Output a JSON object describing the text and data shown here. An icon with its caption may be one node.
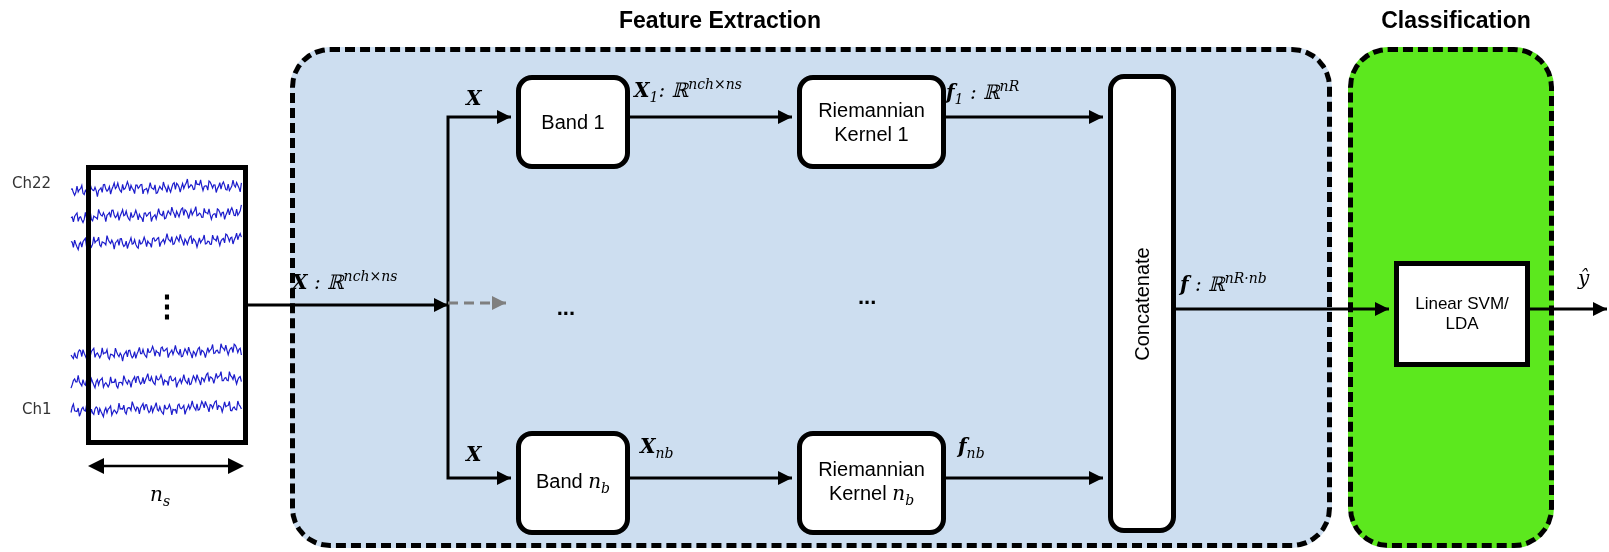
{
  "diagram": {
    "nodes": [
      {
        "text": [
          "Feature Extraction"
        ]
      },
      {
        "text": [
          "Classification"
        ]
      },
      {
        "text": [
          "⋮"
        ]
      },
      {
        "text": [
          "Band 1"
        ],
        "in": 0
      },
      {
        "text": [
          "Band *n*$_{b}$"
        ],
        "in": 0
      },
      {
        "text": [
          "Riemannian Kernel 1"
        ],
        "in": 0
      },
      {
        "text": [
          "Riemannian Kernel *n*$_{b}$"
        ],
        "in": 0
      },
      {
        "text": [
          "Concatenate"
        ],
        "in": 0
      },
      {
        "text": [
          "Linear SVM/ LDA"
        ],
        "in": 1
      },
      {
        "text": [
          "..."
        ],
        "in": 0
      }
    ],
    "edges": [
      {
        "from": 2,
        "to": 3,
        "arrow": "to",
        "label": "**X**"
      },
      {
        "from": null,
        "to": 9,
        "arrow": "to",
        "style": "dashed",
        "color": "#7f7f7f"
      },
      {
        "from": 2,
        "to": 4,
        "arrow": "to",
        "label": "**X**"
      },
      {
        "from": 3,
        "to": 5,
        "arrow": "to",
        "label": "**X**$_{1}$: ℝ$^{nch×ns}$"
      },
      {
        "from": 4,
        "to": 6,
        "arrow": "to",
        "label": "**X**$_{nb}$"
      },
      {
        "from": 5,
        "to": 7,
        "arrow": "to",
        "label": "**f**$_{1}$ : ℝ$^{nR}$"
      },
      {
        "from": 6,
        "to": 7,
        "arrow": "to",
        "label": "**f**$_{nb}$"
      },
      {
        "from": 7,
        "to": 8,
        "arrow": "to",
        "label": "**f** : ℝ$^{nR·nb}$"
      },
      {
        "from": 8,
        "to": null,
        "arrow": "to",
        "label": "ŷ"
      }
    ],
    "labels": [
      "Ch22",
      "Ch1",
      "**X** : ℝ$^{nch×ns}$",
      "...",
      "n$_{s}$"
    ]
  }
}
